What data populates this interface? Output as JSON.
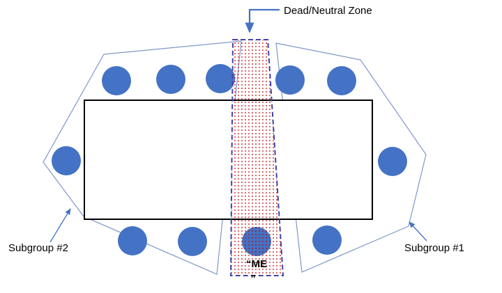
{
  "labels": {
    "zone": "Dead/Neutral Zone",
    "subgroup_left": "Subgroup #2",
    "subgroup_right": "Subgroup #1",
    "me_line1": "“ME",
    "me_line2": "„"
  },
  "colors": {
    "person": "#4472C4",
    "group_outline": "#7F96C9",
    "zone_border": "#4243A8",
    "zone_dot": "#C00000",
    "arrow": "#4472C4",
    "table_border": "#000000",
    "background": "#FFFFFF",
    "text": "#000000"
  }
}
